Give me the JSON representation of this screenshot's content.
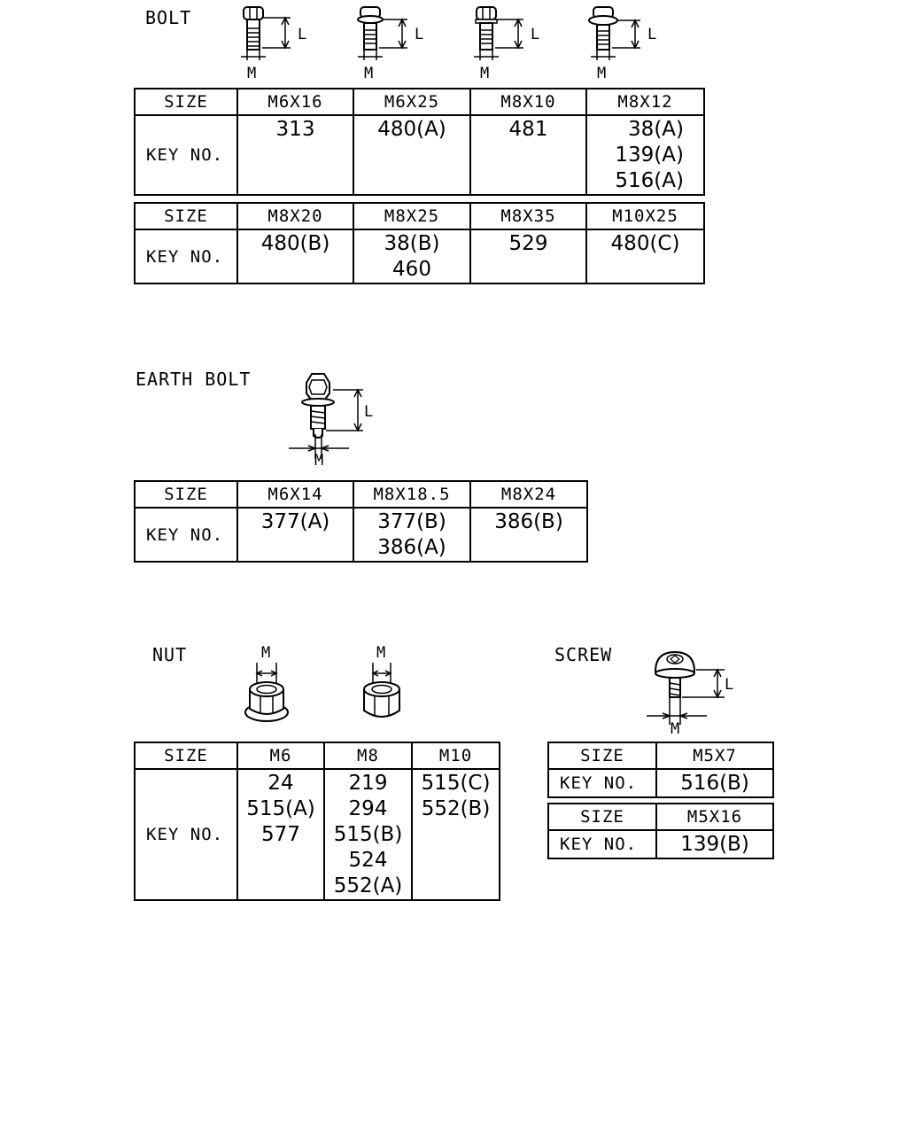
{
  "bolt": {
    "label": "BOLT",
    "dim_length": "L",
    "dim_diameter": "M",
    "table1": {
      "size_label": "SIZE",
      "key_label": "KEY NO.",
      "columns": [
        {
          "size": "M6X16",
          "keys": [
            "313"
          ]
        },
        {
          "size": "M6X25",
          "keys": [
            "480(A)"
          ]
        },
        {
          "size": "M8X10",
          "keys": [
            "481"
          ]
        },
        {
          "size": "M8X12",
          "keys": [
            "38(A)",
            "139(A)",
            "516(A)"
          ]
        }
      ]
    },
    "table2": {
      "size_label": "SIZE",
      "key_label": "KEY NO.",
      "columns": [
        {
          "size": "M8X20",
          "keys": [
            "480(B)"
          ]
        },
        {
          "size": "M8X25",
          "keys": [
            "38(B)",
            "460"
          ]
        },
        {
          "size": "M8X35",
          "keys": [
            "529"
          ]
        },
        {
          "size": "M10X25",
          "keys": [
            "480(C)"
          ]
        }
      ]
    }
  },
  "earth_bolt": {
    "label": "EARTH BOLT",
    "dim_length": "L",
    "dim_diameter": "M",
    "table": {
      "size_label": "SIZE",
      "key_label": "KEY NO.",
      "columns": [
        {
          "size": "M6X14",
          "keys": [
            "377(A)"
          ]
        },
        {
          "size": "M8X18.5",
          "keys": [
            "377(B)",
            "386(A)"
          ]
        },
        {
          "size": "M8X24",
          "keys": [
            "386(B)"
          ]
        }
      ]
    }
  },
  "nut": {
    "label": "NUT",
    "dim_diameter": "M",
    "table": {
      "size_label": "SIZE",
      "key_label": "KEY NO.",
      "columns": [
        {
          "size": "M6",
          "keys": [
            "24",
            "515(A)",
            "577"
          ]
        },
        {
          "size": "M8",
          "keys": [
            "219",
            "294",
            "515(B)",
            "524",
            "552(A)"
          ]
        },
        {
          "size": "M10",
          "keys": [
            "515(C)",
            "552(B)"
          ]
        }
      ]
    }
  },
  "screw": {
    "label": "SCREW",
    "dim_length": "L",
    "dim_diameter": "M",
    "table1": {
      "size_label": "SIZE",
      "key_label": "KEY NO.",
      "size": "M5X7",
      "key": "516(B)"
    },
    "table2": {
      "size_label": "SIZE",
      "key_label": "KEY NO.",
      "size": "M5X16",
      "key": "139(B)"
    }
  }
}
